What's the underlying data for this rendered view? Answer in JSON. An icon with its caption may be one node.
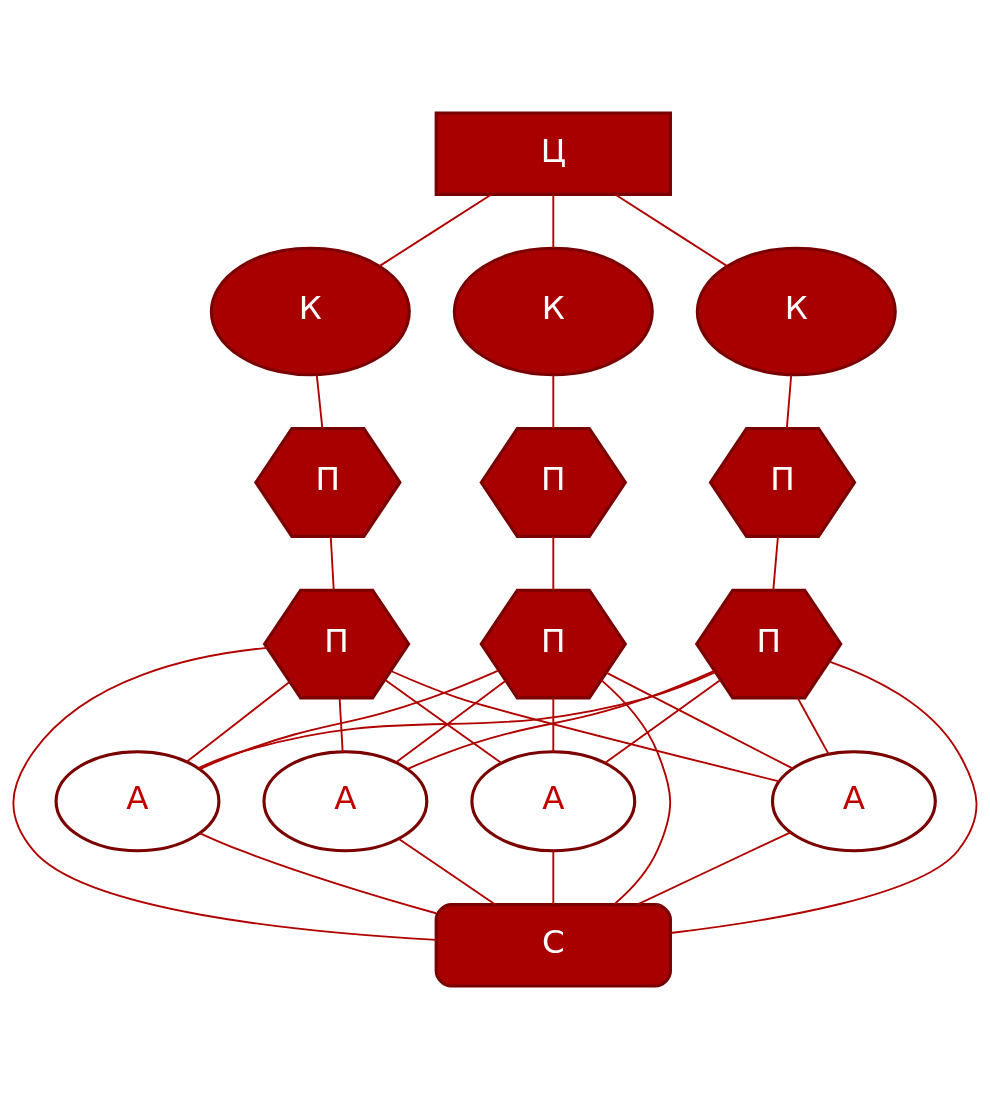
{
  "diagram": {
    "nodes": [
      {
        "text": [
          "Ц"
        ]
      },
      {
        "text": [
          "К"
        ]
      },
      {
        "text": [
          "К"
        ]
      },
      {
        "text": [
          "К"
        ]
      },
      {
        "text": [
          "П"
        ]
      },
      {
        "text": [
          "П"
        ]
      },
      {
        "text": [
          "П"
        ]
      },
      {
        "text": [
          "П"
        ]
      },
      {
        "text": [
          "П"
        ]
      },
      {
        "text": [
          "П"
        ]
      },
      {
        "text": [
          "А"
        ]
      },
      {
        "text": [
          "А"
        ]
      },
      {
        "text": [
          "А"
        ]
      },
      {
        "text": [
          "А"
        ]
      },
      {
        "text": [
          "С"
        ]
      }
    ],
    "edges": [
      {
        "from": 0,
        "to": 1,
        "arrow": "none"
      },
      {
        "from": 0,
        "to": 2,
        "arrow": "none"
      },
      {
        "from": 0,
        "to": 3,
        "arrow": "none"
      },
      {
        "from": 1,
        "to": 4,
        "arrow": "none"
      },
      {
        "from": 2,
        "to": 5,
        "arrow": "none"
      },
      {
        "from": 3,
        "to": 6,
        "arrow": "none"
      },
      {
        "from": 4,
        "to": 7,
        "arrow": "none"
      },
      {
        "from": 5,
        "to": 8,
        "arrow": "none"
      },
      {
        "from": 6,
        "to": 9,
        "arrow": "none"
      },
      {
        "from": 7,
        "to": 10,
        "arrow": "none"
      },
      {
        "from": 7,
        "to": 11,
        "arrow": "none"
      },
      {
        "from": 7,
        "to": 12,
        "arrow": "none"
      },
      {
        "from": 7,
        "to": 13,
        "arrow": "none"
      },
      {
        "from": 7,
        "to": 14,
        "arrow": "none"
      },
      {
        "from": 8,
        "to": 10,
        "arrow": "none"
      },
      {
        "from": 8,
        "to": 11,
        "arrow": "none"
      },
      {
        "from": 8,
        "to": 12,
        "arrow": "none"
      },
      {
        "from": 8,
        "to": 13,
        "arrow": "none"
      },
      {
        "from": 8,
        "to": 14,
        "arrow": "none"
      },
      {
        "from": 9,
        "to": 10,
        "arrow": "none"
      },
      {
        "from": 9,
        "to": 11,
        "arrow": "none"
      },
      {
        "from": 9,
        "to": 12,
        "arrow": "none"
      },
      {
        "from": 9,
        "to": 13,
        "arrow": "none"
      },
      {
        "from": 9,
        "to": 14,
        "arrow": "none"
      },
      {
        "from": 10,
        "to": 14,
        "arrow": "none"
      },
      {
        "from": 11,
        "to": 14,
        "arrow": "none"
      },
      {
        "from": 12,
        "to": 14,
        "arrow": "none"
      },
      {
        "from": 13,
        "to": 14,
        "arrow": "none"
      }
    ]
  }
}
